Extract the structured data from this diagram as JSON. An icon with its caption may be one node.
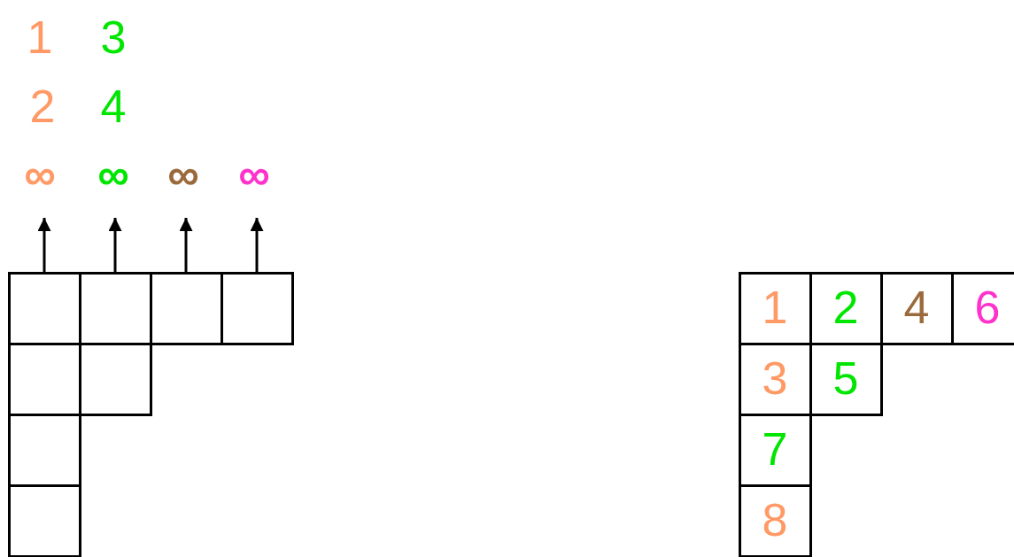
{
  "diagram": {
    "nodes": [
      {
        "text": [
          "∞"
        ]
      },
      {
        "text": [
          "∞"
        ]
      },
      {
        "text": [
          "∞"
        ]
      },
      {
        "text": [
          "∞"
        ]
      },
      {
        "text": [],
        "shape": "box"
      },
      {
        "text": [],
        "shape": "box"
      },
      {
        "text": [],
        "shape": "box"
      },
      {
        "text": [],
        "shape": "box"
      },
      {
        "text": [],
        "shape": "box"
      },
      {
        "text": [],
        "shape": "box"
      },
      {
        "text": [],
        "shape": "box"
      },
      {
        "text": [],
        "shape": "box"
      },
      {
        "text": [
          "1"
        ]
      },
      {
        "text": [
          "2"
        ]
      },
      {
        "text": [
          "4"
        ]
      },
      {
        "text": [
          "6"
        ]
      },
      {
        "text": [
          "3"
        ]
      },
      {
        "text": [
          "5"
        ]
      },
      {
        "text": [
          "7"
        ]
      },
      {
        "text": [
          "8"
        ]
      }
    ],
    "edges": [
      {
        "from": 4,
        "to": 0,
        "arrow": "to"
      },
      {
        "from": 5,
        "to": 1,
        "arrow": "to"
      },
      {
        "from": 6,
        "to": 2,
        "arrow": "to"
      },
      {
        "from": 7,
        "to": 3,
        "arrow": "to"
      }
    ],
    "labels": [
      "1",
      "3",
      "2",
      "4"
    ]
  }
}
